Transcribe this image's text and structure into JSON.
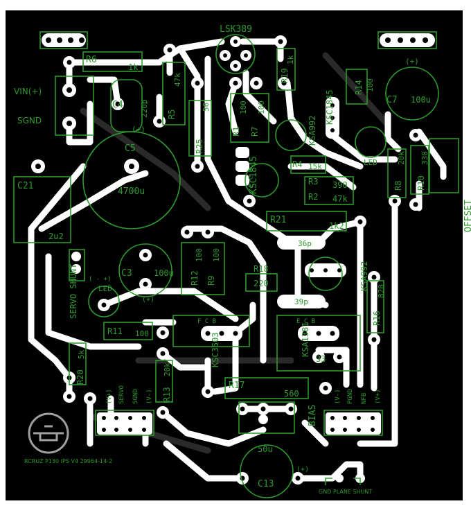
{
  "colors": {
    "board": "#000000",
    "copper": "#ffffff",
    "silkscreen": "#2e9a2e",
    "ghost_trace": "#2a2a2a"
  },
  "footer": "RCRUZ P130 IPS V4 29964-14-2",
  "labels": {
    "lsk389": "LSK389",
    "r6": "R6",
    "r6v": "1k",
    "vin": "VIN(+)",
    "sgnd": "SGND",
    "r5": "R5",
    "r5v": "47k",
    "c4": "C4",
    "c4v": "220p",
    "c5": "C5",
    "c5v": "4700u",
    "c5plus": "(+)",
    "c21": "C21",
    "c21v": "2u2",
    "r25": "R25",
    "r25v": "56",
    "r1": "R1",
    "r1v": "100",
    "r7": "R7",
    "r7v": "100",
    "r19": "R19",
    "r19v": "1k",
    "ksa992a": "KSA992",
    "ksc1845a": "KSC1845",
    "ksc1845b": "KSC1845",
    "r14": "R14",
    "r14v": "100",
    "c7": "C7",
    "c7v": "100u",
    "c7plus": "(+)",
    "led1": "LED",
    "r4": "R4",
    "r4v": "15k",
    "r3": "R3",
    "r3v": "390",
    "r2": "R2",
    "r2v": "47k",
    "r8": "R8",
    "r8v": "20k",
    "r10": "R10",
    "r10v": "330",
    "offset": "OFFSET",
    "r21": "R21",
    "r21v": "1k2",
    "c36": "36p",
    "servo_shunt": "SERVO SHUNT",
    "led2": "LED",
    "led2pol": "( - +)",
    "c3": "C3",
    "c3v": "100u",
    "c3plus": "(+)",
    "r12": "R12",
    "r12v": "100",
    "r9": "R9",
    "r9v": "100",
    "r18": "R18",
    "r18v": "220",
    "ksa992b": "KSA992",
    "c39": "39p",
    "r16": "R16",
    "r16v": "820",
    "r11": "R11",
    "r11v": "100",
    "ksc3503": "KSC3503",
    "ksa1381": "KSA1381",
    "c33": "33",
    "r20": "R20",
    "r20v": "5k",
    "r13": "R13",
    "r13v": "20k",
    "r17": "R17",
    "r17v": "560",
    "bias": "BIAS",
    "c13": "C13",
    "c13v": "50u",
    "c13plus": "(+)",
    "gnd_plane": "GND PLANE SHUNT",
    "hdr_left": [
      "(V+)",
      "SERVO",
      "SGND",
      "(V-)"
    ],
    "hdr_right": [
      "(V-)",
      "PGND",
      "NFB",
      "(V+)"
    ],
    "ecb": "E C B",
    "fcb": "F C B",
    "ecb2": "E C B"
  }
}
